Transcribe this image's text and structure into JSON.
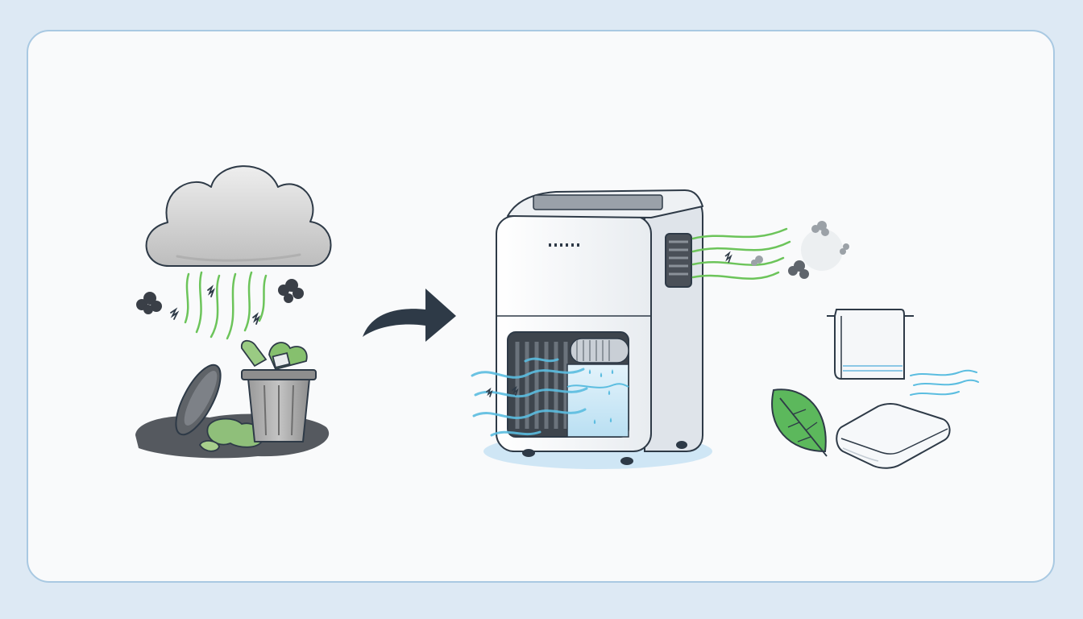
{
  "scene": {
    "background_color": "#dde9f4",
    "card_color": "#f9fafb",
    "card_border_color": "#a9c9e2",
    "odor_color": "#6cc45a",
    "airflow_color": "#5bbde0",
    "ink_color": "#2e3a47",
    "steps": [
      {
        "id": "source",
        "depicts": [
          "cloud-icon",
          "trash-bin-icon",
          "food-waste-icon",
          "odor-lines-icon",
          "smoke-puff-icon"
        ]
      },
      {
        "id": "transition",
        "depicts": [
          "right-arrow-icon"
        ]
      },
      {
        "id": "device",
        "depicts": [
          "dehumidifier-icon",
          "air-intake-icon",
          "water-tank-icon",
          "exhaust-vent-icon"
        ]
      },
      {
        "id": "result",
        "depicts": [
          "towel-on-rack-icon",
          "folded-towel-icon",
          "leaf-icon",
          "fresh-air-lines-icon"
        ]
      }
    ]
  }
}
